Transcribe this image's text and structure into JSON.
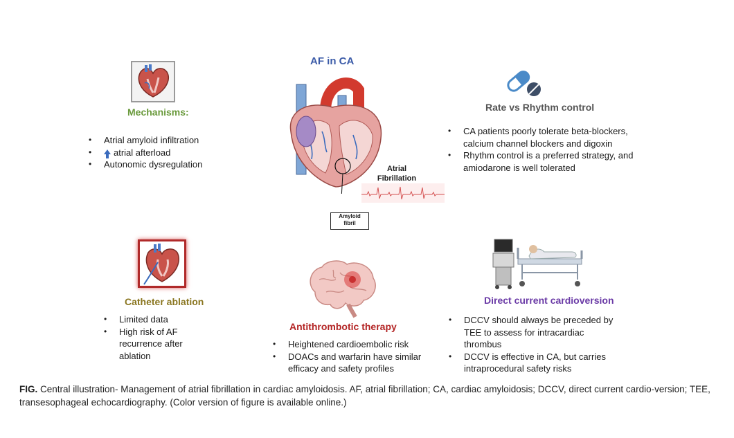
{
  "colors": {
    "mechanisms": "#6a9a3c",
    "af_title": "#3b5ba8",
    "rate_rhythm": "#555555",
    "catheter": "#8a7620",
    "antithrombotic": "#b32424",
    "dccv": "#6a3aa6"
  },
  "center": {
    "title": "AF in CA",
    "af_label_line1": "Atrial",
    "af_label_line2": "Fibrillation",
    "amyloid_line1": "Amyloid",
    "amyloid_line2": "fibril"
  },
  "mechanisms": {
    "title": "Mechanisms:",
    "items": [
      "Atrial amyloid infiltration",
      "atrial afterload",
      "Autonomic dysregulation"
    ]
  },
  "rate_rhythm": {
    "title": "Rate vs Rhythm control",
    "items": [
      "CA patients poorly tolerate beta-blockers, calcium channel blockers and digoxin",
      "Rhythm control is a preferred strategy, and amiodarone is well tolerated"
    ]
  },
  "catheter": {
    "title": "Catheter ablation",
    "items": [
      "Limited data",
      "High risk of AF recurrence after ablation"
    ]
  },
  "antithrombotic": {
    "title": "Antithrombotic therapy",
    "items": [
      "Heightened cardioembolic risk",
      "DOACs and warfarin have similar efficacy and safety profiles"
    ]
  },
  "dccv": {
    "title": "Direct current cardioversion",
    "items": [
      "DCCV should always be preceded by TEE to assess for intracardiac thrombus",
      "DCCV is effective in CA, but carries intraprocedural safety risks"
    ]
  },
  "caption": {
    "label": "FIG.",
    "text": "Central illustration- Management of atrial fibrillation in cardiac amyloidosis. AF, atrial fibrillation; CA, cardiac amyloidosis; DCCV, direct current cardio-version; TEE, transesophageal echocardiography. (Color version of figure is available online.)"
  },
  "icons": [
    "heart-cross-section-icon",
    "pill-capsule-icon",
    "heart-catheter-icon",
    "brain-icon",
    "cardioversion-bed-icon",
    "heart-anatomy-icon",
    "ecg-strip-icon"
  ]
}
